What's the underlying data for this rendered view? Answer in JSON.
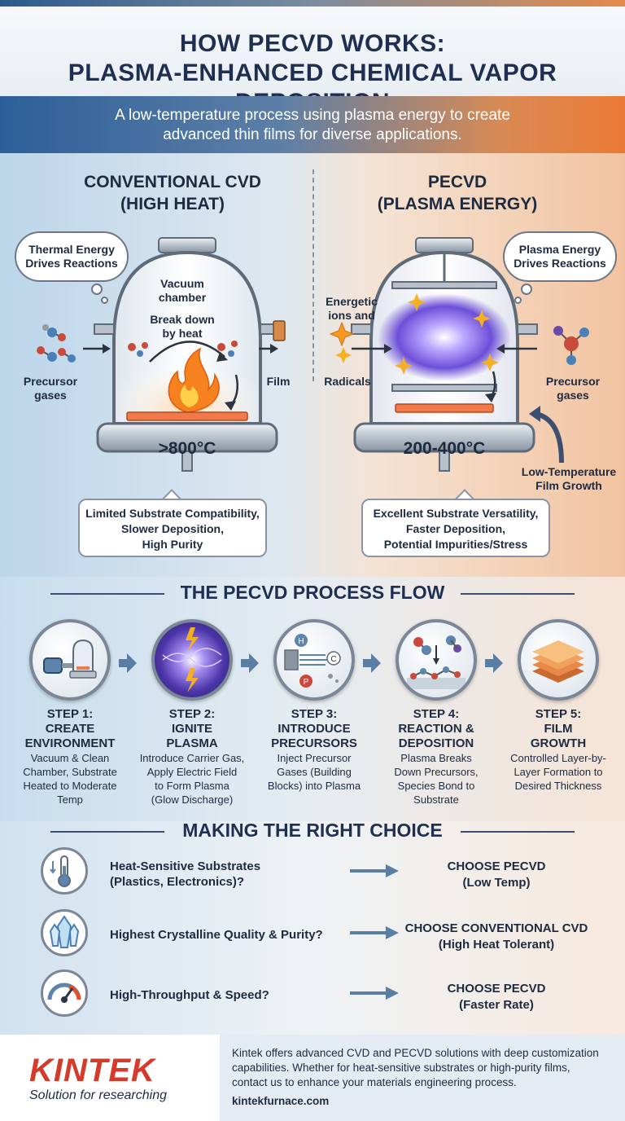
{
  "header": {
    "title_line1": "HOW PECVD WORKS:",
    "title_line2": "PLASMA-ENHANCED CHEMICAL VAPOR DEPOSITION",
    "subtitle_line1": "A low-temperature process using plasma energy to create",
    "subtitle_line2": "advanced thin films for diverse applications."
  },
  "conventional": {
    "title_line1": "CONVENTIONAL CVD",
    "title_line2": "(HIGH HEAT)",
    "cloud_line1": "Thermal Energy",
    "cloud_line2": "Drives Reactions",
    "chamber_line1": "Vacuum",
    "chamber_line2": "chamber",
    "breakdown_line1": "Break down",
    "breakdown_line2": "by heat",
    "precursor_line1": "Precursor",
    "precursor_line2": "gases",
    "film_label": "Film",
    "temperature": ">800°C",
    "callout_line1": "Limited Substrate Compatibility,",
    "callout_line2": "Slower Deposition,",
    "callout_line3": "High Purity"
  },
  "pecvd": {
    "title_line1": "PECVD",
    "title_line2": "(PLASMA ENERGY)",
    "cloud_line1": "Plasma Energy",
    "cloud_line2": "Drives Reactions",
    "ions_line1": "Energetic",
    "ions_line2": "ions and",
    "radicals": "Radicals",
    "precursor_line1": "Precursor",
    "precursor_line2": "gases",
    "temperature": "200-400°C",
    "growth_line1": "Low-Temperature",
    "growth_line2": "Film Growth",
    "callout_line1": "Excellent Substrate Versatility,",
    "callout_line2": "Faster Deposition,",
    "callout_line3": "Potential Impurities/Stress"
  },
  "flow": {
    "title": "THE PECVD PROCESS FLOW",
    "steps": [
      {
        "num": "STEP 1:",
        "name1": "CREATE",
        "name2": "ENVIRONMENT",
        "desc1": "Vacuum & Clean",
        "desc2": "Chamber, Substrate",
        "desc3": "Heated to Moderate",
        "desc4": "Temp"
      },
      {
        "num": "STEP 2:",
        "name1": "IGNITE",
        "name2": "PLASMA",
        "desc1": "Introduce Carrier Gas,",
        "desc2": "Apply Electric Field",
        "desc3": "to Form Plasma",
        "desc4": "(Glow Discharge)"
      },
      {
        "num": "STEP 3:",
        "name1": "INTRODUCE",
        "name2": "PRECURSORS",
        "desc1": "Inject Precursor",
        "desc2": "Gases (Building",
        "desc3": "Blocks) into Plasma",
        "desc4": ""
      },
      {
        "num": "STEP 4:",
        "name1": "REACTION &",
        "name2": "DEPOSITION",
        "desc1": "Plasma Breaks",
        "desc2": "Down Precursors,",
        "desc3": "Species Bond to",
        "desc4": "Substrate"
      },
      {
        "num": "STEP 5:",
        "name1": "FILM",
        "name2": "GROWTH",
        "desc1": "Controlled Layer-by-",
        "desc2": "Layer Formation to",
        "desc3": "Desired Thickness",
        "desc4": ""
      }
    ],
    "icon_labels": {
      "h": "H",
      "c": "C",
      "p": "P"
    }
  },
  "choice": {
    "title": "MAKING THE RIGHT CHOICE",
    "rows": [
      {
        "q1": "Heat-Sensitive Substrates",
        "q2": "(Plastics, Electronics)?",
        "a1": "CHOOSE PECVD",
        "a2": "(Low Temp)"
      },
      {
        "q1": "Highest Crystalline Quality & Purity?",
        "q2": "",
        "a1": "CHOOSE CONVENTIONAL CVD",
        "a2": "(High Heat Tolerant)"
      },
      {
        "q1": "High-Throughput & Speed?",
        "q2": "",
        "a1": "CHOOSE PECVD",
        "a2": "(Faster Rate)"
      }
    ]
  },
  "footer": {
    "logo": "KINTEK",
    "tagline": "Solution for researching",
    "text": "Kintek offers advanced CVD and PECVD solutions with deep customization capabilities. Whether for heat-sensitive substrates or high-purity films, contact us to enhance your materials engineering process.",
    "url": "kintekfurnace.com"
  },
  "colors": {
    "navy": "#1e2f52",
    "blue": "#2c5f99",
    "orange": "#ec7a35",
    "brand_red": "#d63a2a"
  }
}
